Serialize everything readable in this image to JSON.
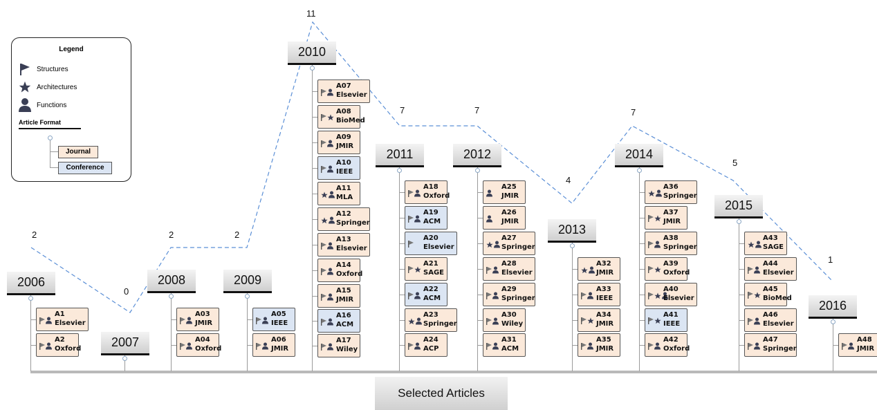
{
  "legend": {
    "title": "Legend",
    "items": [
      {
        "icon": "flag-icon",
        "label": "Structures"
      },
      {
        "icon": "star-icon",
        "label": "Architectures"
      },
      {
        "icon": "person-icon",
        "label": "Functions"
      }
    ],
    "format_title": "Article Format",
    "formats": [
      {
        "type": "journal",
        "label": "Journal"
      },
      {
        "type": "conference",
        "label": "Conference"
      }
    ]
  },
  "axis_label": "Selected Articles",
  "colors": {
    "journal_fill": "#fbe9da",
    "conference_fill": "#dbe5f3",
    "trend_line": "#5b8fd6",
    "axis": "#b9b9b9"
  },
  "trend": {
    "style": "dashed",
    "counts": [
      {
        "year": "2006",
        "value": "2"
      },
      {
        "year": "2007",
        "value": "0"
      },
      {
        "year": "2008",
        "value": "2"
      },
      {
        "year": "2009",
        "value": "2"
      },
      {
        "year": "2010",
        "value": "11"
      },
      {
        "year": "2011",
        "value": "7"
      },
      {
        "year": "2012",
        "value": "7"
      },
      {
        "year": "2013",
        "value": "4"
      },
      {
        "year": "2014",
        "value": "7"
      },
      {
        "year": "2015",
        "value": "5"
      },
      {
        "year": "2016",
        "value": "1"
      }
    ]
  },
  "years": [
    {
      "year": "2006",
      "articles": [
        {
          "id": "A1",
          "publisher": "Elsevier",
          "format": "journal",
          "icons": [
            "flag",
            "person"
          ]
        },
        {
          "id": "A2",
          "publisher": "Oxford",
          "format": "journal",
          "icons": [
            "flag",
            "person"
          ]
        }
      ]
    },
    {
      "year": "2007",
      "articles": []
    },
    {
      "year": "2008",
      "articles": [
        {
          "id": "A03",
          "publisher": "JMIR",
          "format": "journal",
          "icons": [
            "flag",
            "person"
          ]
        },
        {
          "id": "A04",
          "publisher": "Oxford",
          "format": "journal",
          "icons": [
            "flag",
            "person"
          ]
        }
      ]
    },
    {
      "year": "2009",
      "articles": [
        {
          "id": "A05",
          "publisher": "IEEE",
          "format": "conference",
          "icons": [
            "flag",
            "person"
          ]
        },
        {
          "id": "A06",
          "publisher": "JMIR",
          "format": "journal",
          "icons": [
            "flag",
            "person"
          ]
        }
      ]
    },
    {
      "year": "2010",
      "articles": [
        {
          "id": "A07",
          "publisher": "Elsevier",
          "format": "journal",
          "icons": [
            "flag",
            "person"
          ]
        },
        {
          "id": "A08",
          "publisher": "BioMed",
          "format": "journal",
          "icons": [
            "flag",
            "star"
          ]
        },
        {
          "id": "A09",
          "publisher": "JMIR",
          "format": "journal",
          "icons": [
            "flag",
            "person"
          ]
        },
        {
          "id": "A10",
          "publisher": "IEEE",
          "format": "conference",
          "icons": [
            "flag",
            "person"
          ]
        },
        {
          "id": "A11",
          "publisher": "MLA",
          "format": "journal",
          "icons": [
            "star",
            "person"
          ]
        },
        {
          "id": "A12",
          "publisher": "Springer",
          "format": "journal",
          "icons": [
            "star",
            "person"
          ]
        },
        {
          "id": "A13",
          "publisher": "Elsevier",
          "format": "journal",
          "icons": [
            "flag",
            "person"
          ]
        },
        {
          "id": "A14",
          "publisher": "Oxford",
          "format": "journal",
          "icons": [
            "flag",
            "person"
          ]
        },
        {
          "id": "A15",
          "publisher": "JMIR",
          "format": "journal",
          "icons": [
            "flag",
            "person"
          ]
        },
        {
          "id": "A16",
          "publisher": "ACM",
          "format": "conference",
          "icons": [
            "flag",
            "person"
          ]
        },
        {
          "id": "A17",
          "publisher": "Wiley",
          "format": "journal",
          "icons": [
            "flag",
            "person"
          ]
        }
      ]
    },
    {
      "year": "2011",
      "articles": [
        {
          "id": "A18",
          "publisher": "Oxford",
          "format": "journal",
          "icons": [
            "flag",
            "person"
          ]
        },
        {
          "id": "A19",
          "publisher": "ACM",
          "format": "conference",
          "icons": [
            "flag",
            "person"
          ]
        },
        {
          "id": "A20",
          "publisher": "Elsevier",
          "format": "conference",
          "icons": [
            "flag"
          ]
        },
        {
          "id": "A21",
          "publisher": "SAGE",
          "format": "journal",
          "icons": [
            "flag",
            "star"
          ]
        },
        {
          "id": "A22",
          "publisher": "ACM",
          "format": "conference",
          "icons": [
            "flag",
            "person"
          ]
        },
        {
          "id": "A23",
          "publisher": "Springer",
          "format": "journal",
          "icons": [
            "star",
            "person"
          ]
        },
        {
          "id": "A24",
          "publisher": "ACP",
          "format": "journal",
          "icons": [
            "flag",
            "person"
          ]
        }
      ]
    },
    {
      "year": "2012",
      "articles": [
        {
          "id": "A25",
          "publisher": "JMIR",
          "format": "journal",
          "icons": [
            "person"
          ]
        },
        {
          "id": "A26",
          "publisher": "JMIR",
          "format": "journal",
          "icons": [
            "person"
          ]
        },
        {
          "id": "A27",
          "publisher": "Springer",
          "format": "journal",
          "icons": [
            "star",
            "person"
          ]
        },
        {
          "id": "A28",
          "publisher": "Elsevier",
          "format": "journal",
          "icons": [
            "flag",
            "person"
          ]
        },
        {
          "id": "A29",
          "publisher": "Springer",
          "format": "journal",
          "icons": [
            "flag",
            "person"
          ]
        },
        {
          "id": "A30",
          "publisher": "Wiley",
          "format": "journal",
          "icons": [
            "flag",
            "person"
          ]
        },
        {
          "id": "A31",
          "publisher": "ACM",
          "format": "journal",
          "icons": [
            "flag",
            "person"
          ]
        }
      ]
    },
    {
      "year": "2013",
      "articles": [
        {
          "id": "A32",
          "publisher": "JMIR",
          "format": "journal",
          "icons": [
            "star",
            "person"
          ]
        },
        {
          "id": "A33",
          "publisher": "IEEE",
          "format": "journal",
          "icons": [
            "flag",
            "person"
          ]
        },
        {
          "id": "A34",
          "publisher": "JMIR",
          "format": "journal",
          "icons": [
            "flag",
            "star"
          ]
        },
        {
          "id": "A35",
          "publisher": "JMIR",
          "format": "journal",
          "icons": [
            "flag",
            "person"
          ]
        }
      ]
    },
    {
      "year": "2014",
      "articles": [
        {
          "id": "A36",
          "publisher": "Springer",
          "format": "journal",
          "icons": [
            "star",
            "person"
          ]
        },
        {
          "id": "A37",
          "publisher": "JMIR",
          "format": "journal",
          "icons": [
            "flag",
            "star"
          ]
        },
        {
          "id": "A38",
          "publisher": "Springer",
          "format": "journal",
          "icons": [
            "flag",
            "person"
          ]
        },
        {
          "id": "A39",
          "publisher": "Oxford",
          "format": "journal",
          "icons": [
            "flag",
            "star"
          ]
        },
        {
          "id": "A40",
          "publisher": "Elsevier",
          "format": "journal",
          "icons": [
            "flag",
            "star",
            "person"
          ]
        },
        {
          "id": "A41",
          "publisher": "IEEE",
          "format": "conference",
          "icons": [
            "flag",
            "star"
          ]
        },
        {
          "id": "A42",
          "publisher": "Oxford",
          "format": "journal",
          "icons": [
            "flag",
            "person"
          ]
        }
      ]
    },
    {
      "year": "2015",
      "articles": [
        {
          "id": "A43",
          "publisher": "SAGE",
          "format": "journal",
          "icons": [
            "star",
            "person"
          ]
        },
        {
          "id": "A44",
          "publisher": "Elsevier",
          "format": "journal",
          "icons": [
            "flag",
            "person"
          ]
        },
        {
          "id": "A45",
          "publisher": "BioMed",
          "format": "journal",
          "icons": [
            "flag",
            "star"
          ]
        },
        {
          "id": "A46",
          "publisher": "Elsevier",
          "format": "journal",
          "icons": [
            "flag",
            "person"
          ]
        },
        {
          "id": "A47",
          "publisher": "Springer",
          "format": "journal",
          "icons": [
            "flag",
            "person"
          ]
        }
      ]
    },
    {
      "year": "2016",
      "articles": [
        {
          "id": "A48",
          "publisher": "JMIR",
          "format": "journal",
          "icons": [
            "flag",
            "person"
          ]
        }
      ]
    }
  ]
}
